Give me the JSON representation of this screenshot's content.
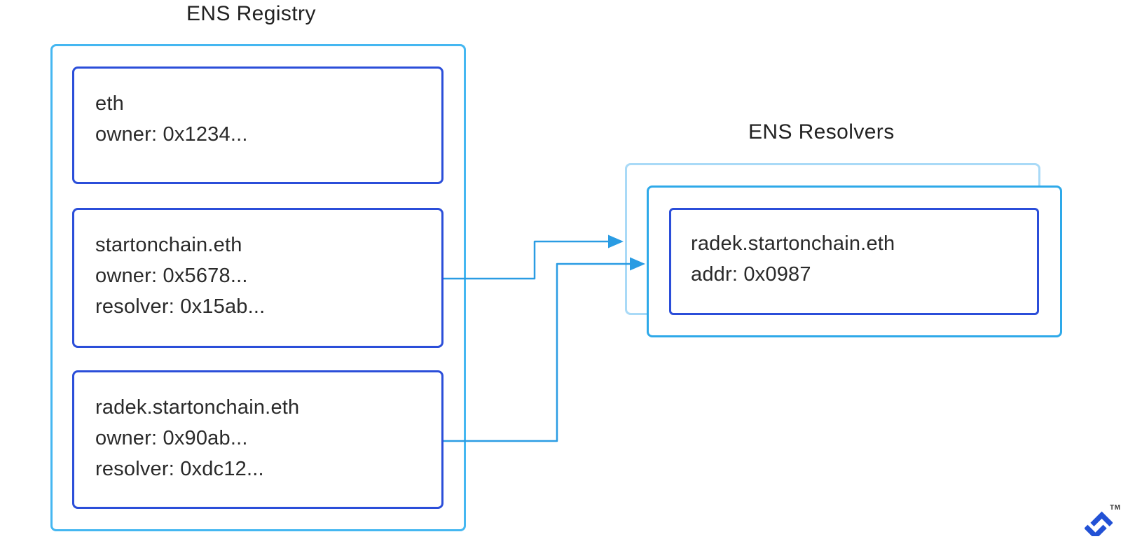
{
  "colors": {
    "background": "#ffffff",
    "registry_border": "#45b7f1",
    "node_border": "#2b4ed9",
    "resolver_back_border": "#a9daf7",
    "resolver_front_border": "#2ea9e9",
    "arrow": "#2a9ce3",
    "text": "#2a2a2a",
    "logo": "#2251d5"
  },
  "registry": {
    "title": "ENS Registry",
    "nodes": [
      {
        "lines": [
          "eth",
          "owner: 0x1234..."
        ]
      },
      {
        "lines": [
          "startonchain.eth",
          "owner: 0x5678...",
          "resolver: 0x15ab..."
        ]
      },
      {
        "lines": [
          "radek.startonchain.eth",
          "owner: 0x90ab...",
          "resolver: 0xdc12..."
        ]
      }
    ]
  },
  "resolvers": {
    "title": "ENS Resolvers",
    "record": {
      "lines": [
        "radek.startonchain.eth",
        "addr: 0x0987"
      ]
    }
  },
  "logo": {
    "trademark": "TM"
  }
}
